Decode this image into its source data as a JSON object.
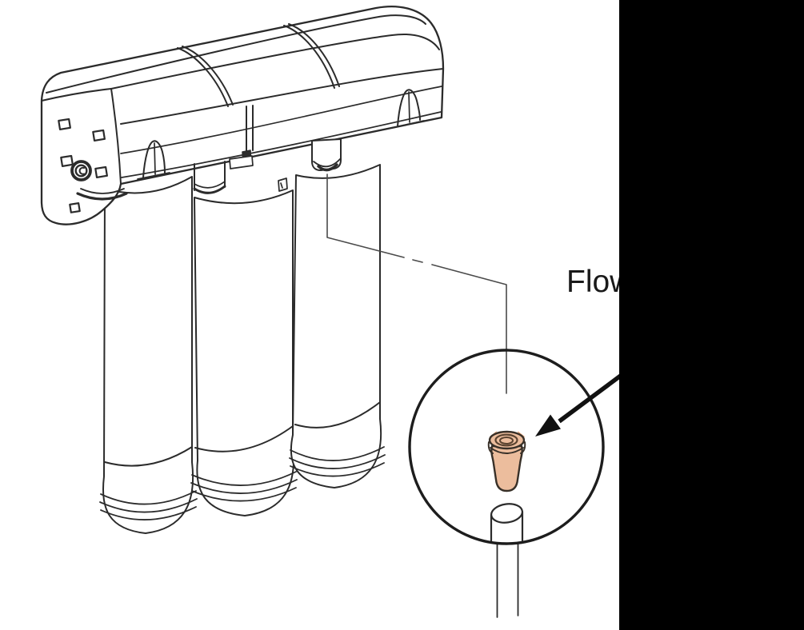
{
  "illustration": {
    "label": "Flow",
    "subject": "three-stage-water-filter-unit",
    "callout_subject": "flow-restrictor-insert",
    "colors": {
      "background": "#ffffff",
      "line_art": "#2b2b2b",
      "leader_line": "#4a4a4a",
      "arrow": "#111111",
      "label_text": "#1a1a1a",
      "restrictor_fill": "#ecbd9d",
      "restrictor_accent": "#e7a87d",
      "restrictor_outline": "#383028",
      "restrictor_ring": "#5a4330",
      "redaction": "#000000"
    }
  }
}
